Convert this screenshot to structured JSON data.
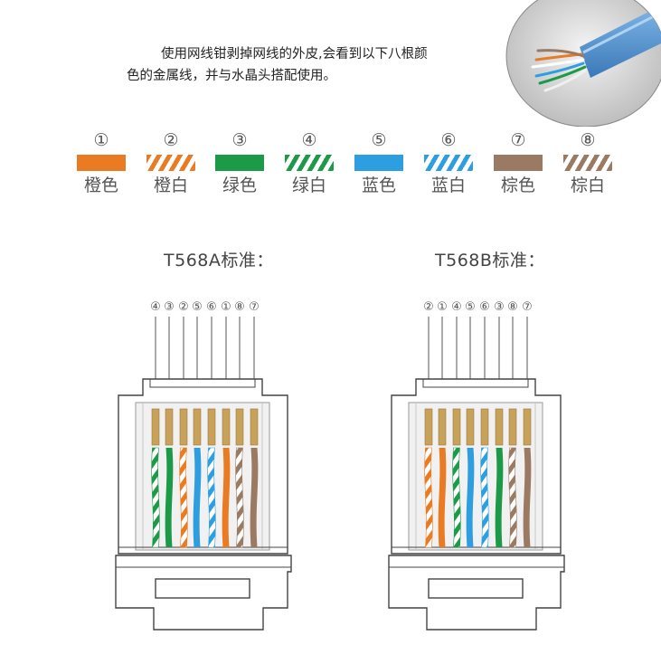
{
  "intro": {
    "line1": "使用网线钳剥掉网线的外皮,会看到以下八根颜",
    "line2": "色的金属线，并与水晶头搭配使用。"
  },
  "colors": {
    "orange": "#ea7b23",
    "green": "#1d9a47",
    "blue": "#2d9ee0",
    "brown": "#9a7a62",
    "gold": "#c8a15b",
    "line": "#444444"
  },
  "legend": [
    {
      "num": "①",
      "label": "橙色",
      "color": "orange",
      "striped": false
    },
    {
      "num": "②",
      "label": "橙白",
      "color": "orange",
      "striped": true
    },
    {
      "num": "③",
      "label": "绿色",
      "color": "green",
      "striped": false
    },
    {
      "num": "④",
      "label": "绿白",
      "color": "green",
      "striped": true
    },
    {
      "num": "⑤",
      "label": "蓝色",
      "color": "blue",
      "striped": false
    },
    {
      "num": "⑥",
      "label": "蓝白",
      "color": "blue",
      "striped": true
    },
    {
      "num": "⑦",
      "label": "棕色",
      "color": "brown",
      "striped": false
    },
    {
      "num": "⑧",
      "label": "棕白",
      "color": "brown",
      "striped": true
    }
  ],
  "standards": [
    {
      "title": "T568A标准：",
      "order": [
        "④",
        "③",
        "②",
        "⑤",
        "⑥",
        "①",
        "⑧",
        "⑦"
      ]
    },
    {
      "title": "T568B标准：",
      "order": [
        "②",
        "①",
        "④",
        "⑤",
        "⑥",
        "③",
        "⑧",
        "⑦"
      ]
    }
  ]
}
